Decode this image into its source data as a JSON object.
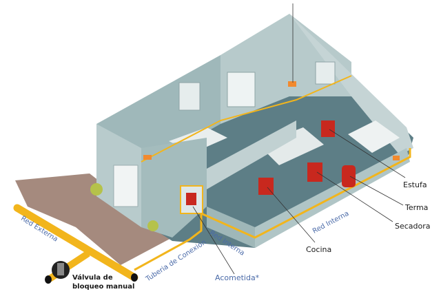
{
  "labels": {
    "red_externa": "Red Externa",
    "valvula_line1": "Válvula de",
    "valvula_line2": "bloqueo manual",
    "tuberia": "Tuberia de Conexión",
    "red_interna_1": "Red Interna",
    "red_interna_2": "Red Interna",
    "acometida": "Acometida*",
    "cocina": "Cocina",
    "estufa": "Estufa",
    "terma": "Terma",
    "secadora": "Secadora"
  },
  "colors": {
    "pipe": "#f2b51c",
    "wall": "#a9c0c1",
    "floor": "#5d7e86",
    "path": "#a58a7e",
    "appliance": "#c8281e",
    "label_blue": "#4a6aa8"
  }
}
